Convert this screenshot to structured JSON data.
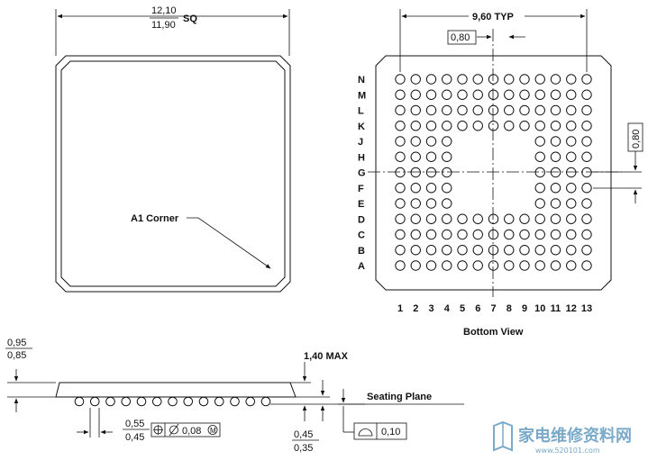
{
  "top_view": {
    "dim_top": "12,10",
    "dim_bottom": "11,90",
    "dim_suffix": "SQ",
    "corner_label": "A1 Corner"
  },
  "bottom_view": {
    "pitch_total": "9,60 TYP",
    "pitch_x": "0,80",
    "pitch_y": "0,80",
    "rows": [
      "N",
      "M",
      "L",
      "K",
      "J",
      "H",
      "G",
      "F",
      "E",
      "D",
      "C",
      "B",
      "A"
    ],
    "cols": [
      "1",
      "2",
      "3",
      "4",
      "5",
      "6",
      "7",
      "8",
      "9",
      "10",
      "11",
      "12",
      "13"
    ],
    "caption": "Bottom View"
  },
  "side_view": {
    "height_top": "0,95",
    "height_bottom": "0,85",
    "max_height": "1,40 MAX",
    "seating_plane": "Seating Plane",
    "ball_dia_top": "0,55",
    "ball_dia_bottom": "0,45",
    "ball_tol": "0,08",
    "tol_mod": "M",
    "standoff_top": "0,45",
    "standoff_bottom": "0,35",
    "flatness": "0,10"
  },
  "watermark": {
    "text": "家电维修资料网",
    "url": "www.520101.com"
  }
}
